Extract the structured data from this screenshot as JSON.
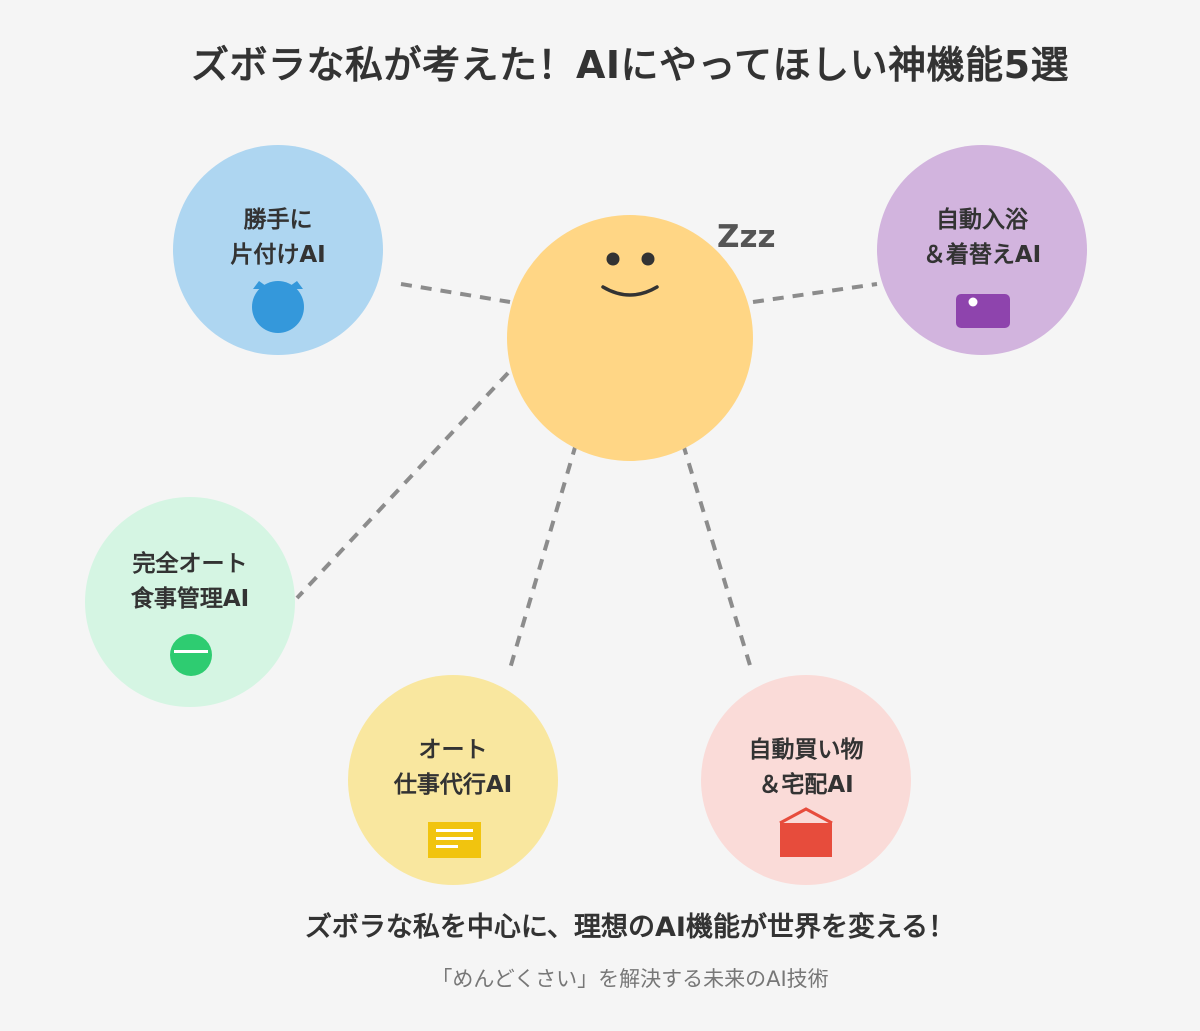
{
  "title": "ズボラな私が考えた！AIにやってほしい神機能5選",
  "center": {
    "sleep_text": "Zzz"
  },
  "features": {
    "tidy": {
      "line1": "勝手に",
      "line2": "片付けAI",
      "color": "#aed6f1",
      "icon": "robot-vacuum-icon",
      "icon_color": "#3498db"
    },
    "bath": {
      "line1": "自動入浴",
      "line2": "＆着替えAI",
      "color": "#d2b4de",
      "icon": "bathtub-icon",
      "icon_color": "#8e44ad"
    },
    "meal": {
      "line1": "完全オート",
      "line2": "食事管理AI",
      "color": "#d5f5e3",
      "icon": "plate-icon",
      "icon_color": "#2ecc71"
    },
    "work": {
      "line1": "オート",
      "line2": "仕事代行AI",
      "color": "#f9e79f",
      "icon": "document-icon",
      "icon_color": "#f1c40f"
    },
    "shop": {
      "line1": "自動買い物",
      "line2": "＆宅配AI",
      "color": "#fadbd8",
      "icon": "delivery-box-icon",
      "icon_color": "#e74c3c"
    }
  },
  "summary": "ズボラな私を中心に、理想のAI機能が世界を変える！",
  "subtitle": "「めんどくさい」を解決する未来のAI技術"
}
